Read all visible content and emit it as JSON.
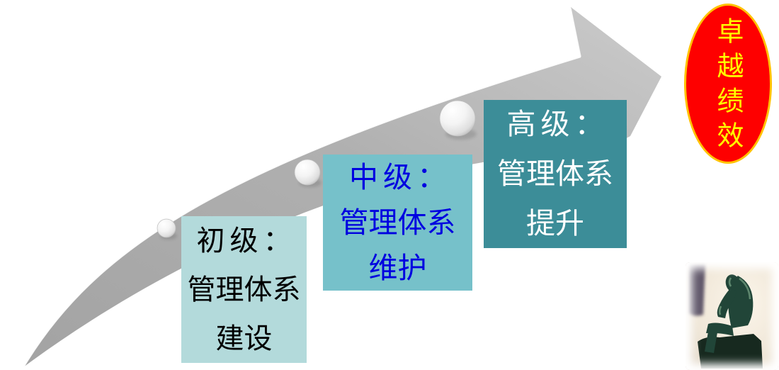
{
  "slide": {
    "background": "#ffffff",
    "description_labels": {}
  },
  "stages": [
    {
      "id": "beginner",
      "lines": [
        "初级：",
        "管理体系",
        "建设"
      ],
      "full_text": "初级：管理体系建设",
      "bg": "#b3dadb",
      "text_color": "#000000"
    },
    {
      "id": "intermediate",
      "lines": [
        "中级：",
        "管理体系",
        "维护"
      ],
      "full_text": "中级：管理体系维护",
      "bg": "#76c1ca",
      "text_color": "#0000e0"
    },
    {
      "id": "advanced",
      "lines": [
        "高级：",
        "管理体系",
        "提升"
      ],
      "full_text": "高级：管理体系提升",
      "bg": "#3c8d98",
      "text_color": "#ffffff"
    }
  ],
  "goal": {
    "text": "卓越绩效",
    "bg": "#fe0000",
    "border_color": "#ffc200",
    "text_color": "#ffff00"
  },
  "arrow": {
    "shape": "upward-swoosh-arrow",
    "color_dark": "#a3a3a3",
    "color_light": "#cbcbcb",
    "highlight_color": "#ffffff",
    "milestone_ball_count": 3
  },
  "statue": {
    "name": "thinker-statue-photo"
  }
}
